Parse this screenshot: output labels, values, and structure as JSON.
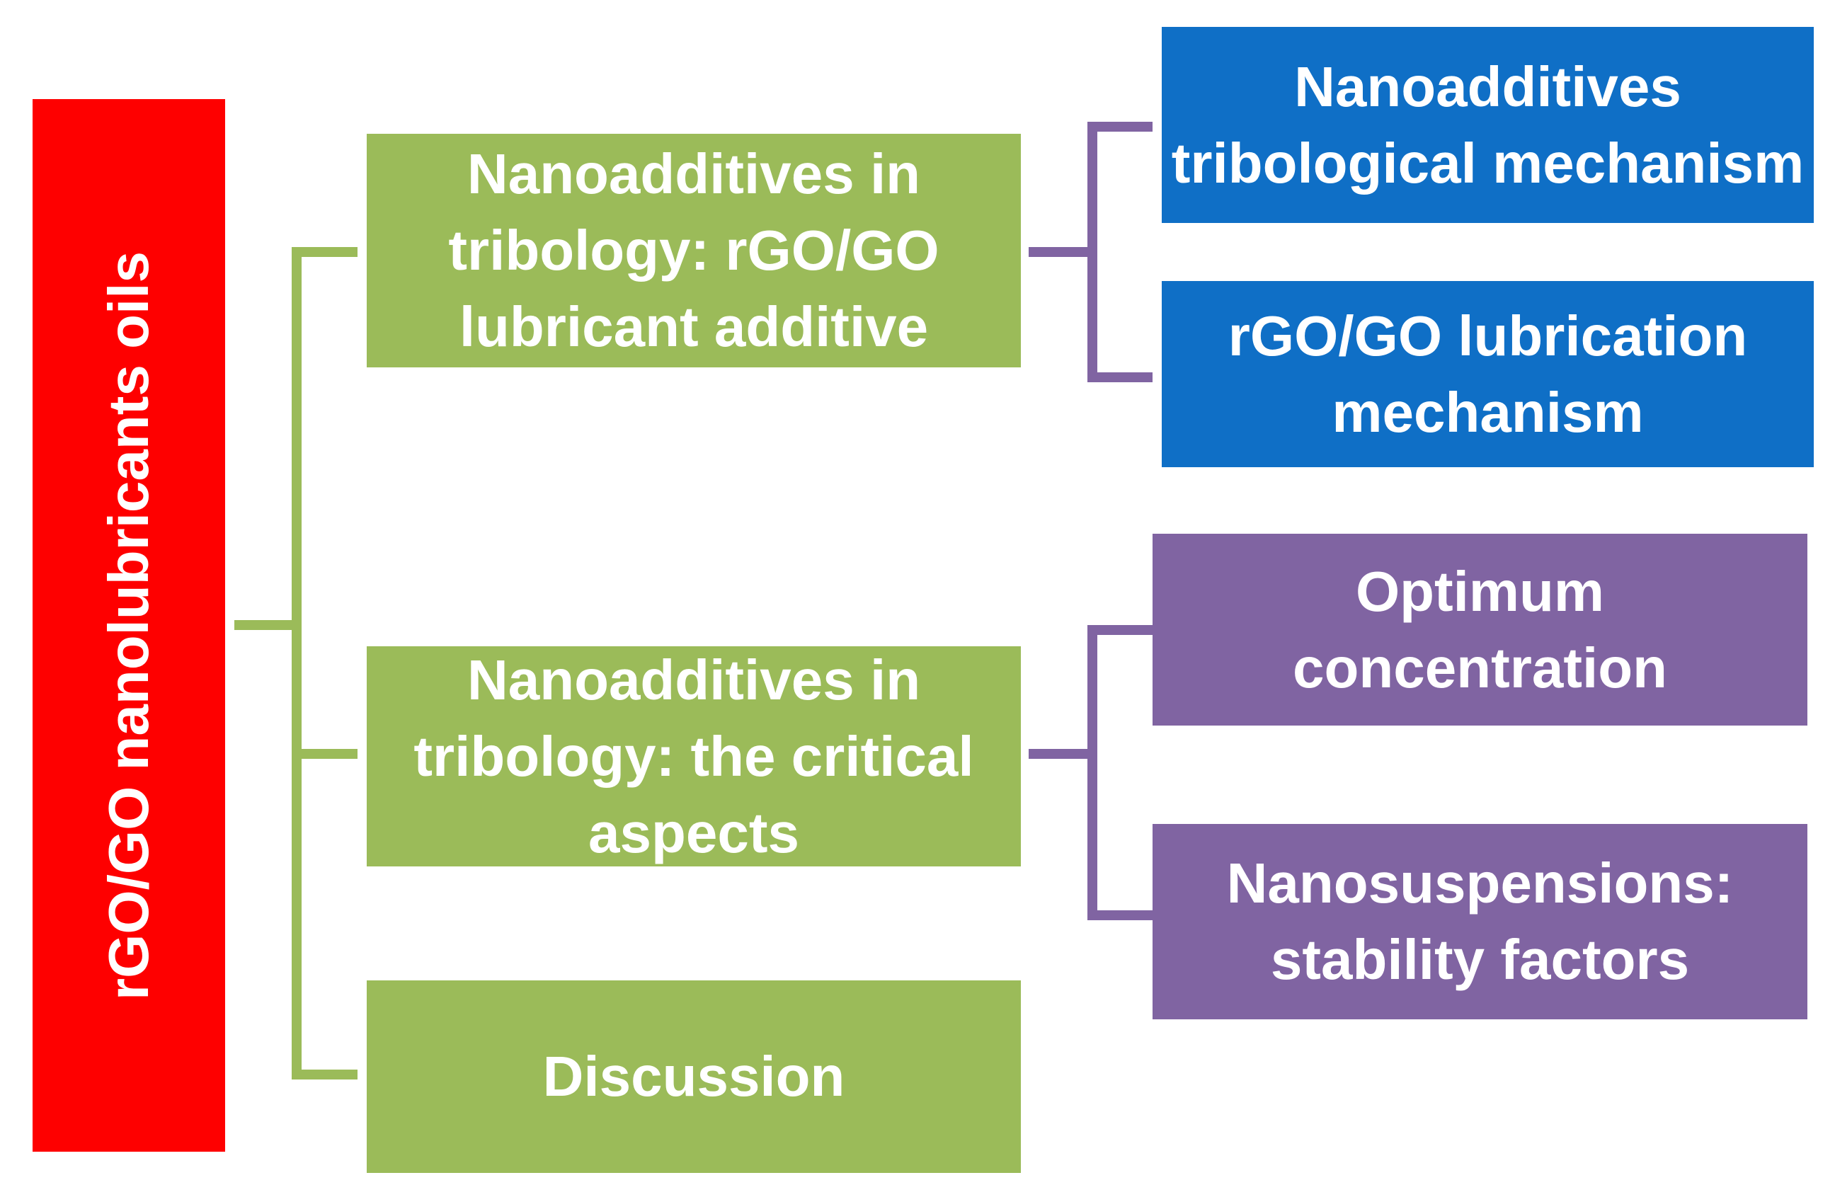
{
  "colors": {
    "red": "#FE0000",
    "green": "#9BBB59",
    "blue": "#0F6FC6",
    "purple": "#8064A2",
    "text": "#FFFFFF"
  },
  "diagram": {
    "root": {
      "label": "rGO/GO nanolubricants oils"
    },
    "branches": [
      {
        "label": "Nanoadditives in\ntribology: rGO/GO\nlubricant additive"
      },
      {
        "label": "Nanoadditives in\ntribology: the critical\naspects"
      },
      {
        "label": "Discussion"
      }
    ],
    "leaves_blue": [
      {
        "label": "Nanoadditives\ntribological mechanism"
      },
      {
        "label": "rGO/GO lubrication\nmechanism"
      }
    ],
    "leaves_purple": [
      {
        "label": "Optimum\nconcentration"
      },
      {
        "label": "Nanosuspensions:\nstability factors"
      }
    ]
  }
}
